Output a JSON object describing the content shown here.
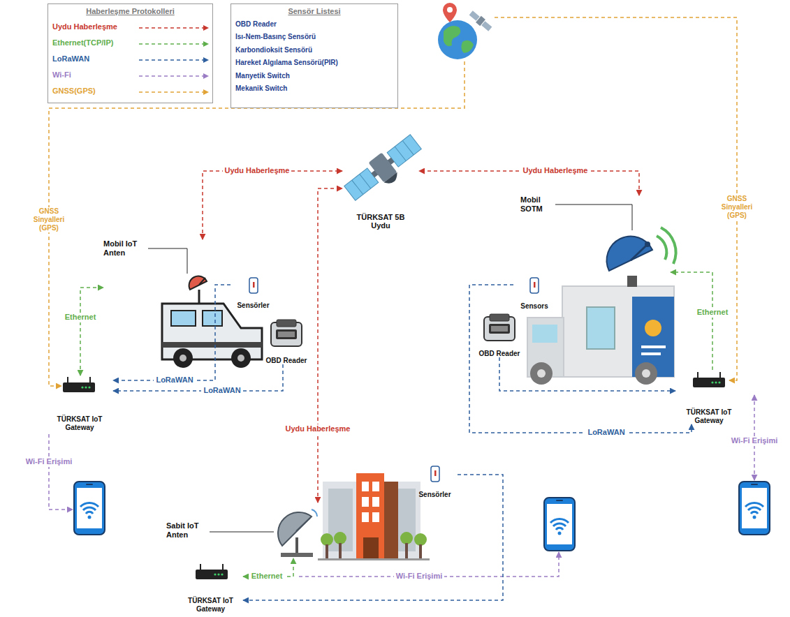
{
  "diagram": {
    "nodes": [
      {
        "text": [
          "Sensör Listesi",
          "OBD Reader",
          "Isı-Nem-Basınç Sensörü",
          "Karbondioksit Sensörü",
          "Hareket Algılama Sensörü(PIR)",
          "Manyetik Switch",
          "Mekanik Switch"
        ]
      },
      {
        "text": [
          "TÜRKSAT 5B Uydu"
        ]
      },
      {
        "text": [
          "Mobil IoT Anten"
        ]
      },
      {
        "text": [
          "Sensörler"
        ]
      },
      {
        "text": [
          "OBD Reader"
        ]
      },
      {
        "text": [
          "TÜRKSAT IoT Gateway"
        ]
      },
      {
        "text": [
          "Mobil SOTM"
        ]
      },
      {
        "text": [
          "Sensors"
        ]
      },
      {
        "text": [
          "OBD Reader"
        ]
      },
      {
        "text": [
          "TÜRKSAT IoT Gateway"
        ]
      },
      {
        "text": [
          "Sabit IoT Anten"
        ]
      },
      {
        "text": [
          "Sensörler"
        ]
      },
      {
        "text": [
          "TÜRKSAT IoT Gateway"
        ]
      }
    ],
    "edges": [
      {
        "from": 2,
        "to": 1,
        "label": "Uydu Haberleşme",
        "arrow": "both"
      },
      {
        "from": 6,
        "to": 1,
        "label": "Uydu Haberleşme",
        "arrow": "both"
      },
      {
        "from": 10,
        "to": 1,
        "label": "Uydu Haberleşme",
        "arrow": "both"
      },
      {
        "from": 5,
        "to": 2,
        "label": "Ethernet",
        "arrow": "both"
      },
      {
        "from": 9,
        "to": 6,
        "label": "Ethernet",
        "arrow": "to"
      },
      {
        "from": 12,
        "to": 10,
        "label": "Ethernet",
        "arrow": "both"
      },
      {
        "from": 3,
        "to": 5,
        "label": "LoRaWAN",
        "arrow": "to"
      },
      {
        "from": 4,
        "to": 5,
        "label": "LoRaWAN",
        "arrow": "to"
      },
      {
        "from": 7,
        "to": 9,
        "label": "LoRaWAN",
        "arrow": "to"
      },
      {
        "from": 8,
        "to": 9,
        "arrow": "to"
      },
      {
        "from": 11,
        "to": 12,
        "arrow": "to"
      }
    ],
    "labels": [
      "Haberleşme Protokolleri",
      "GNSS Sinyalleri (GPS)",
      "GNSS Sinyalleri (GPS)",
      "Wi-Fi Erişimi",
      "Wi-Fi Erişimi",
      "Wi-Fi Erişimi"
    ],
    "legend": [
      {
        "text": "Uydu Haberleşme"
      },
      {
        "text": "Ethernet(TCP/IP)"
      },
      {
        "text": "LoRaWAN"
      },
      {
        "text": "Wi-Fi"
      },
      {
        "text": "GNSS(GPS)"
      }
    ]
  }
}
